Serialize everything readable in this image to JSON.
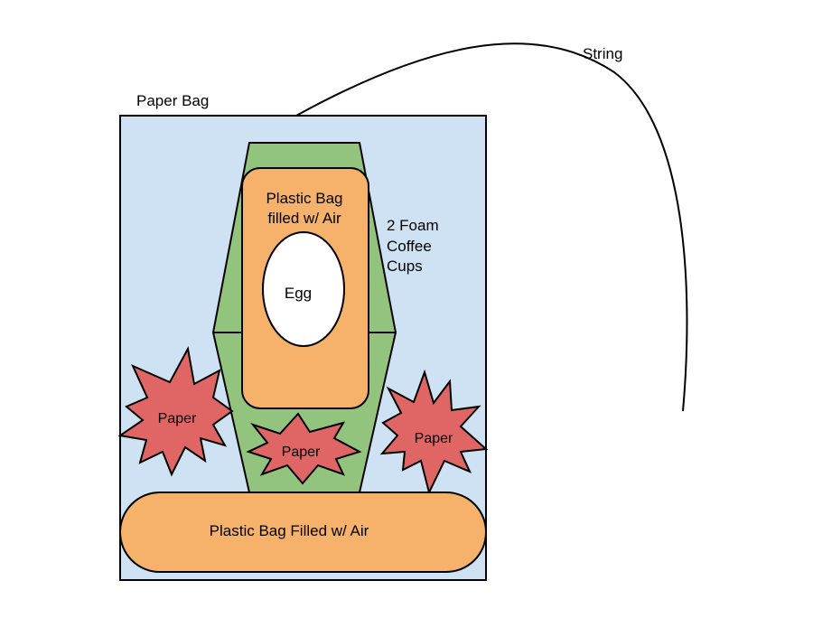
{
  "labels": {
    "string": "String",
    "paper_bag": "Paper Bag",
    "inner_bag_line1": "Plastic Bag",
    "inner_bag_line2": "filled w/ Air",
    "egg": "Egg",
    "cups_line1": "2 Foam",
    "cups_line2": "Coffee",
    "cups_line3": "Cups",
    "paper_left": "Paper",
    "paper_center": "Paper",
    "paper_right": "Paper",
    "bottom_bag": "Plastic Bag Filled w/ Air"
  },
  "colors": {
    "paper_bag_fill": "#cfe2f3",
    "cups_fill": "#93c47d",
    "plastic_bag_fill": "#f6b26b",
    "egg_fill": "#ffffff",
    "paper_fill": "#e06666",
    "outline": "#000000"
  }
}
